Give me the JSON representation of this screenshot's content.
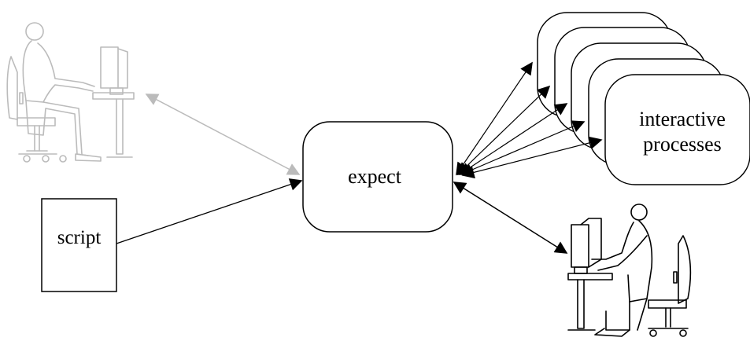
{
  "diagram": {
    "center_label": "expect",
    "script_label": "script",
    "processes_label_line1": "interactive",
    "processes_label_line2": "processes"
  },
  "colors": {
    "stroke": "#000000",
    "ghost_stroke": "#bbbbbb",
    "background": "#ffffff"
  },
  "icons": {
    "left_user": "seated-user-at-computer-icon",
    "right_user": "seated-user-at-computer-icon"
  }
}
